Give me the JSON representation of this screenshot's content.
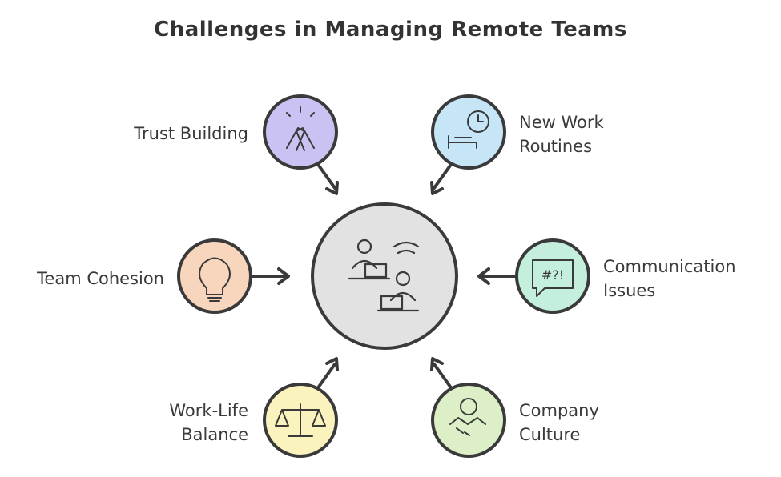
{
  "title": "Challenges in Managing Remote Teams",
  "center": {
    "icon": "remote-workers-icon",
    "color": "#e2e2e2"
  },
  "items": [
    {
      "label": "Trust Building",
      "icon": "handshake-arms-icon",
      "color": "#cbc2f4"
    },
    {
      "label": "New Work Routines",
      "line1": "New Work",
      "line2": "Routines",
      "icon": "clock-bed-icon",
      "color": "#c6e6f8"
    },
    {
      "label": "Team Cohesion",
      "icon": "lightbulb-globe-icon",
      "color": "#f8d6bd"
    },
    {
      "label": "Communication Issues",
      "line1": "Communication",
      "line2": "Issues",
      "icon": "speech-bubble-icon",
      "bubble_text": "#?!",
      "color": "#c4efdc"
    },
    {
      "label": "Work-Life Balance",
      "line1": "Work-Life",
      "line2": "Balance",
      "icon": "scale-icon",
      "color": "#faf3bd"
    },
    {
      "label": "Company Culture",
      "line1": "Company",
      "line2": "Culture",
      "icon": "handshake-globe-icon",
      "color": "#dcefc6"
    }
  ]
}
